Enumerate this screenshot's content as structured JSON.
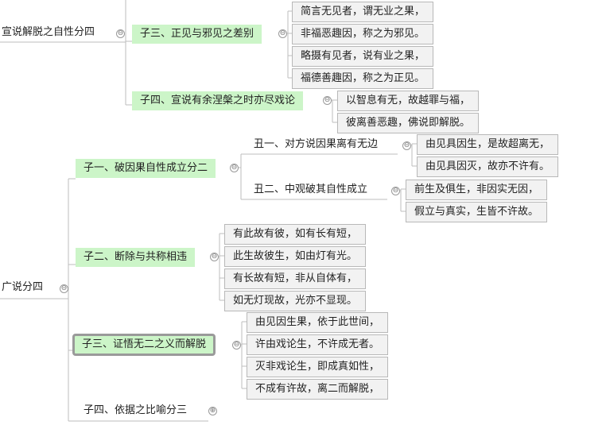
{
  "colors": {
    "topic_fill": "#ccf5c8",
    "leaf_fill": "#f2f2f2",
    "line": "#bdbdbd"
  },
  "tree": {
    "main_a": {
      "label": "宣说解脱之自性分四",
      "c3": {
        "label": "子三、正见与邪见之差别",
        "leaves": [
          "简言无见者，谓无业之果，",
          "非福恶趣因，称之为邪见。",
          "略摄有见者，说有业之果，",
          "福德善趣因，称之为正见。"
        ]
      },
      "c4": {
        "label": "子四、宣说有余涅槃之时亦尽戏论",
        "leaves": [
          "以智息有无，故越罪与福，",
          "彼离善恶趣，佛说即解脱。"
        ]
      }
    },
    "main_b": {
      "label": "广说分四",
      "z1": {
        "label": "子一、破因果自性成立分二",
        "c1": {
          "label": "丑一、对方说因果离有无边",
          "leaves": [
            "由见具因生，是故超离无，",
            "由见具因灭，故亦不许有。"
          ]
        },
        "c2": {
          "label": "丑二、中观破其自性成立",
          "leaves": [
            "前生及俱生，非因实无因，",
            "假立与真实，生皆不许故。"
          ]
        }
      },
      "z2": {
        "label": "子二、断除与共称相违",
        "leaves": [
          "有此故有彼，如有长有短，",
          "此生故彼生，如由灯有光。",
          "有长故有短，非从自体有，",
          "如无灯现故，光亦不显现。"
        ]
      },
      "z3": {
        "label": "子三、证悟无二之义而解脱",
        "leaves": [
          "由见因生果，依于此世间，",
          "许由戏论生，不许成无者。",
          "灭非戏论生，即成真如性，",
          "不成有许故，离二而解脱，"
        ]
      },
      "z4": {
        "label": "子四、依据之比喻分三"
      }
    },
    "toggles": {
      "collapse": "⊖",
      "expand": "⊕"
    }
  }
}
